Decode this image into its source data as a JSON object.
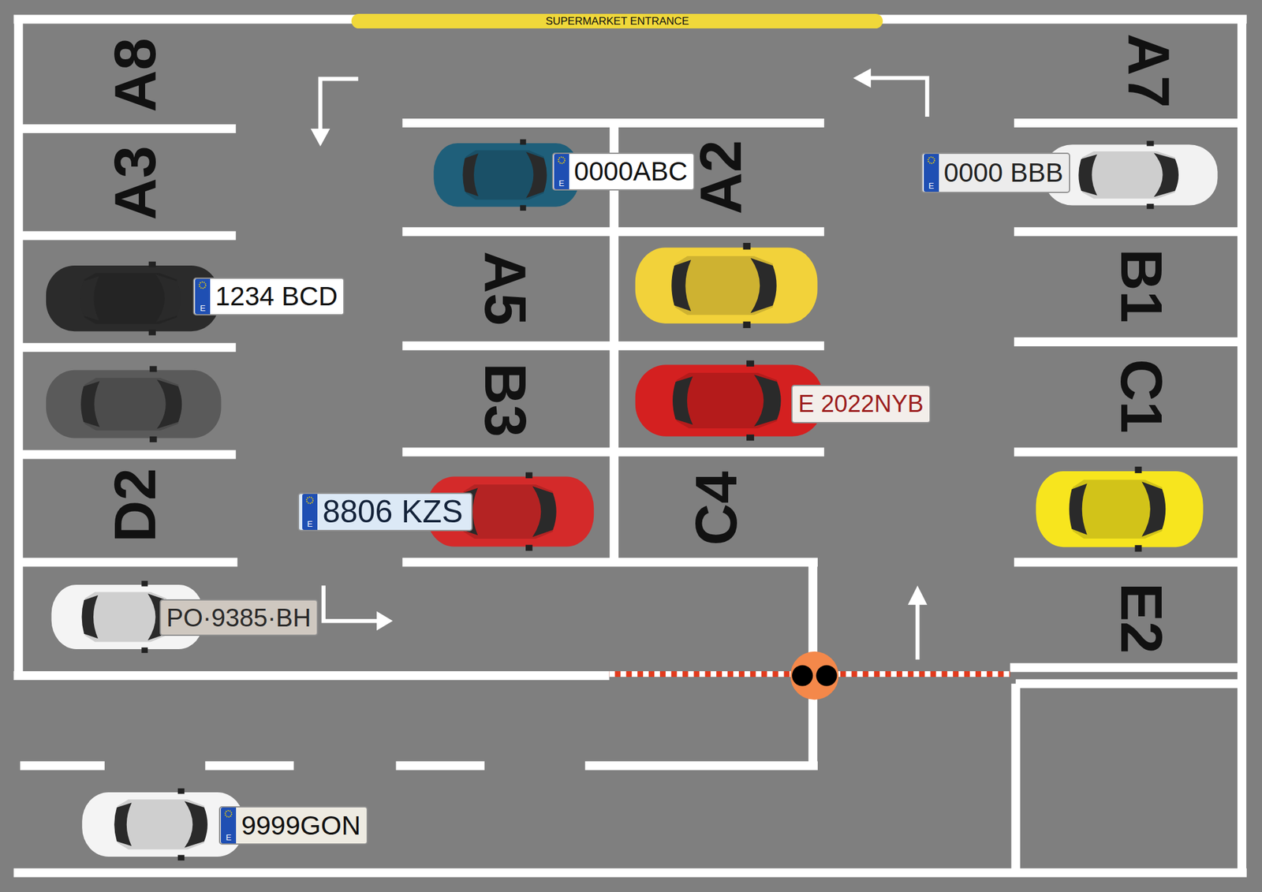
{
  "diagram": {
    "nodes": [
      {
        "text": [
          "SUPERMARKET ENTRANCE"
        ]
      },
      {
        "text": [
          "E",
          "0000ABC"
        ]
      },
      {
        "text": [
          "E",
          "0000 BBB"
        ]
      },
      {
        "text": [
          "E",
          "1234 BCD"
        ]
      },
      {
        "text": [
          "E 2022NYB"
        ]
      },
      {
        "text": [
          "E",
          "8806 KZS"
        ]
      },
      {
        "text": [
          "PO·9385·BH"
        ]
      },
      {
        "text": [
          "E",
          "9999GON"
        ]
      }
    ],
    "labels": [
      "A8",
      "A7",
      "A3",
      "A2",
      "A5",
      "B1",
      "B3",
      "C1",
      "D2",
      "C4",
      "E2"
    ]
  }
}
